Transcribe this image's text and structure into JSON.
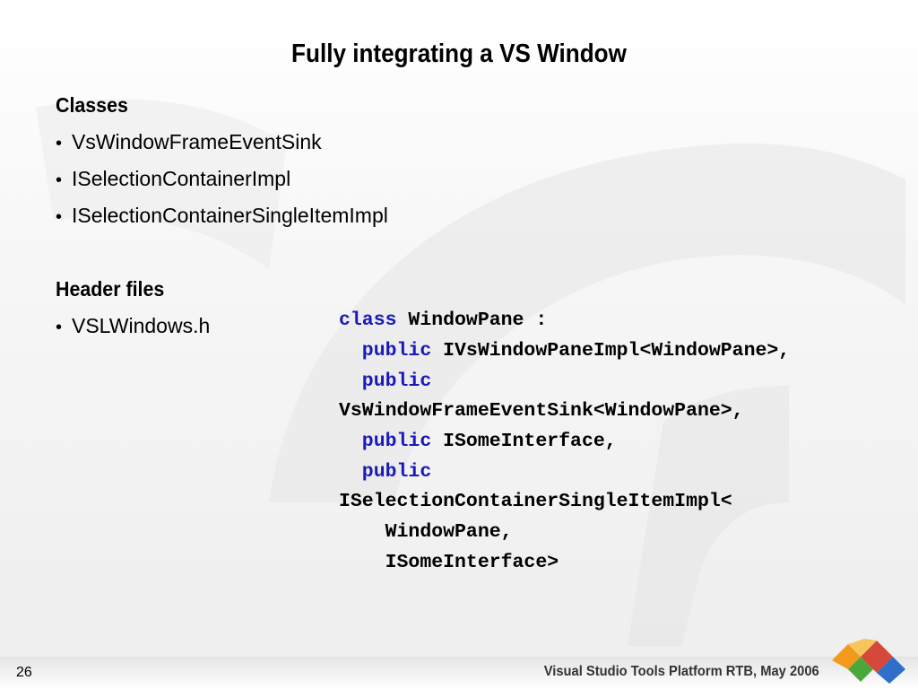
{
  "slide": {
    "title": "Fully integrating a VS Window",
    "classes_heading": "Classes",
    "classes": [
      "VsWindowFrameEventSink",
      "ISelectionContainerImpl",
      "ISelectionContainerSingleItemImpl"
    ],
    "header_heading": "Header files",
    "headers": [
      "VSLWindows.h"
    ],
    "bullet_glyph": "•",
    "code": {
      "line1_kw": "class",
      "line1_rest": " WindowPane :",
      "line2_kw": "  public",
      "line2_rest": " IVsWindowPaneImpl<WindowPane>,",
      "line3_kw": "  public",
      "line4": "VsWindowFrameEventSink<WindowPane>,",
      "line5_kw": "  public",
      "line5_rest": " ISomeInterface,",
      "line6_kw": "  public",
      "line7": "ISelectionContainerSingleItemImpl<",
      "line8": "    WindowPane,",
      "line9": "    ISomeInterface>"
    }
  },
  "footer": {
    "page_number": "26",
    "text": "Visual Studio Tools Platform RTB, May 2006"
  },
  "logo": {
    "name": "visual-studio-logo",
    "colors": [
      "#f39a1c",
      "#4aa83a",
      "#2f6fc9",
      "#d23a2a"
    ]
  }
}
